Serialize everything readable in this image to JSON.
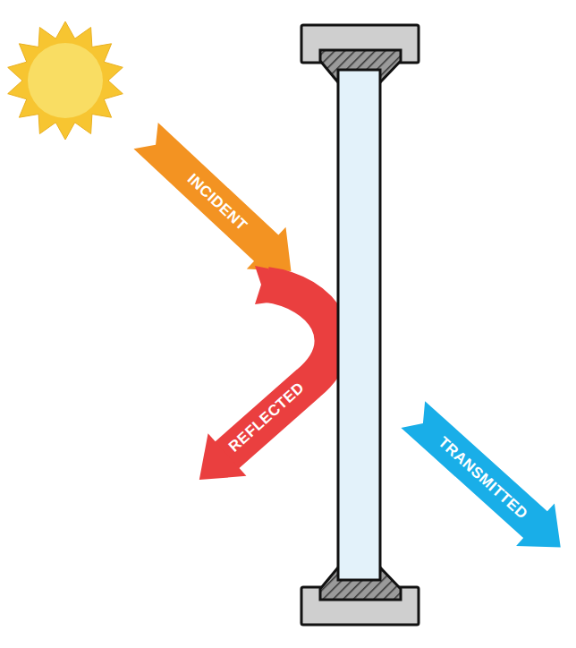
{
  "diagram": {
    "labels": [
      "INCIDENT",
      "REFLECTED",
      "TRANSMITTED"
    ]
  }
}
